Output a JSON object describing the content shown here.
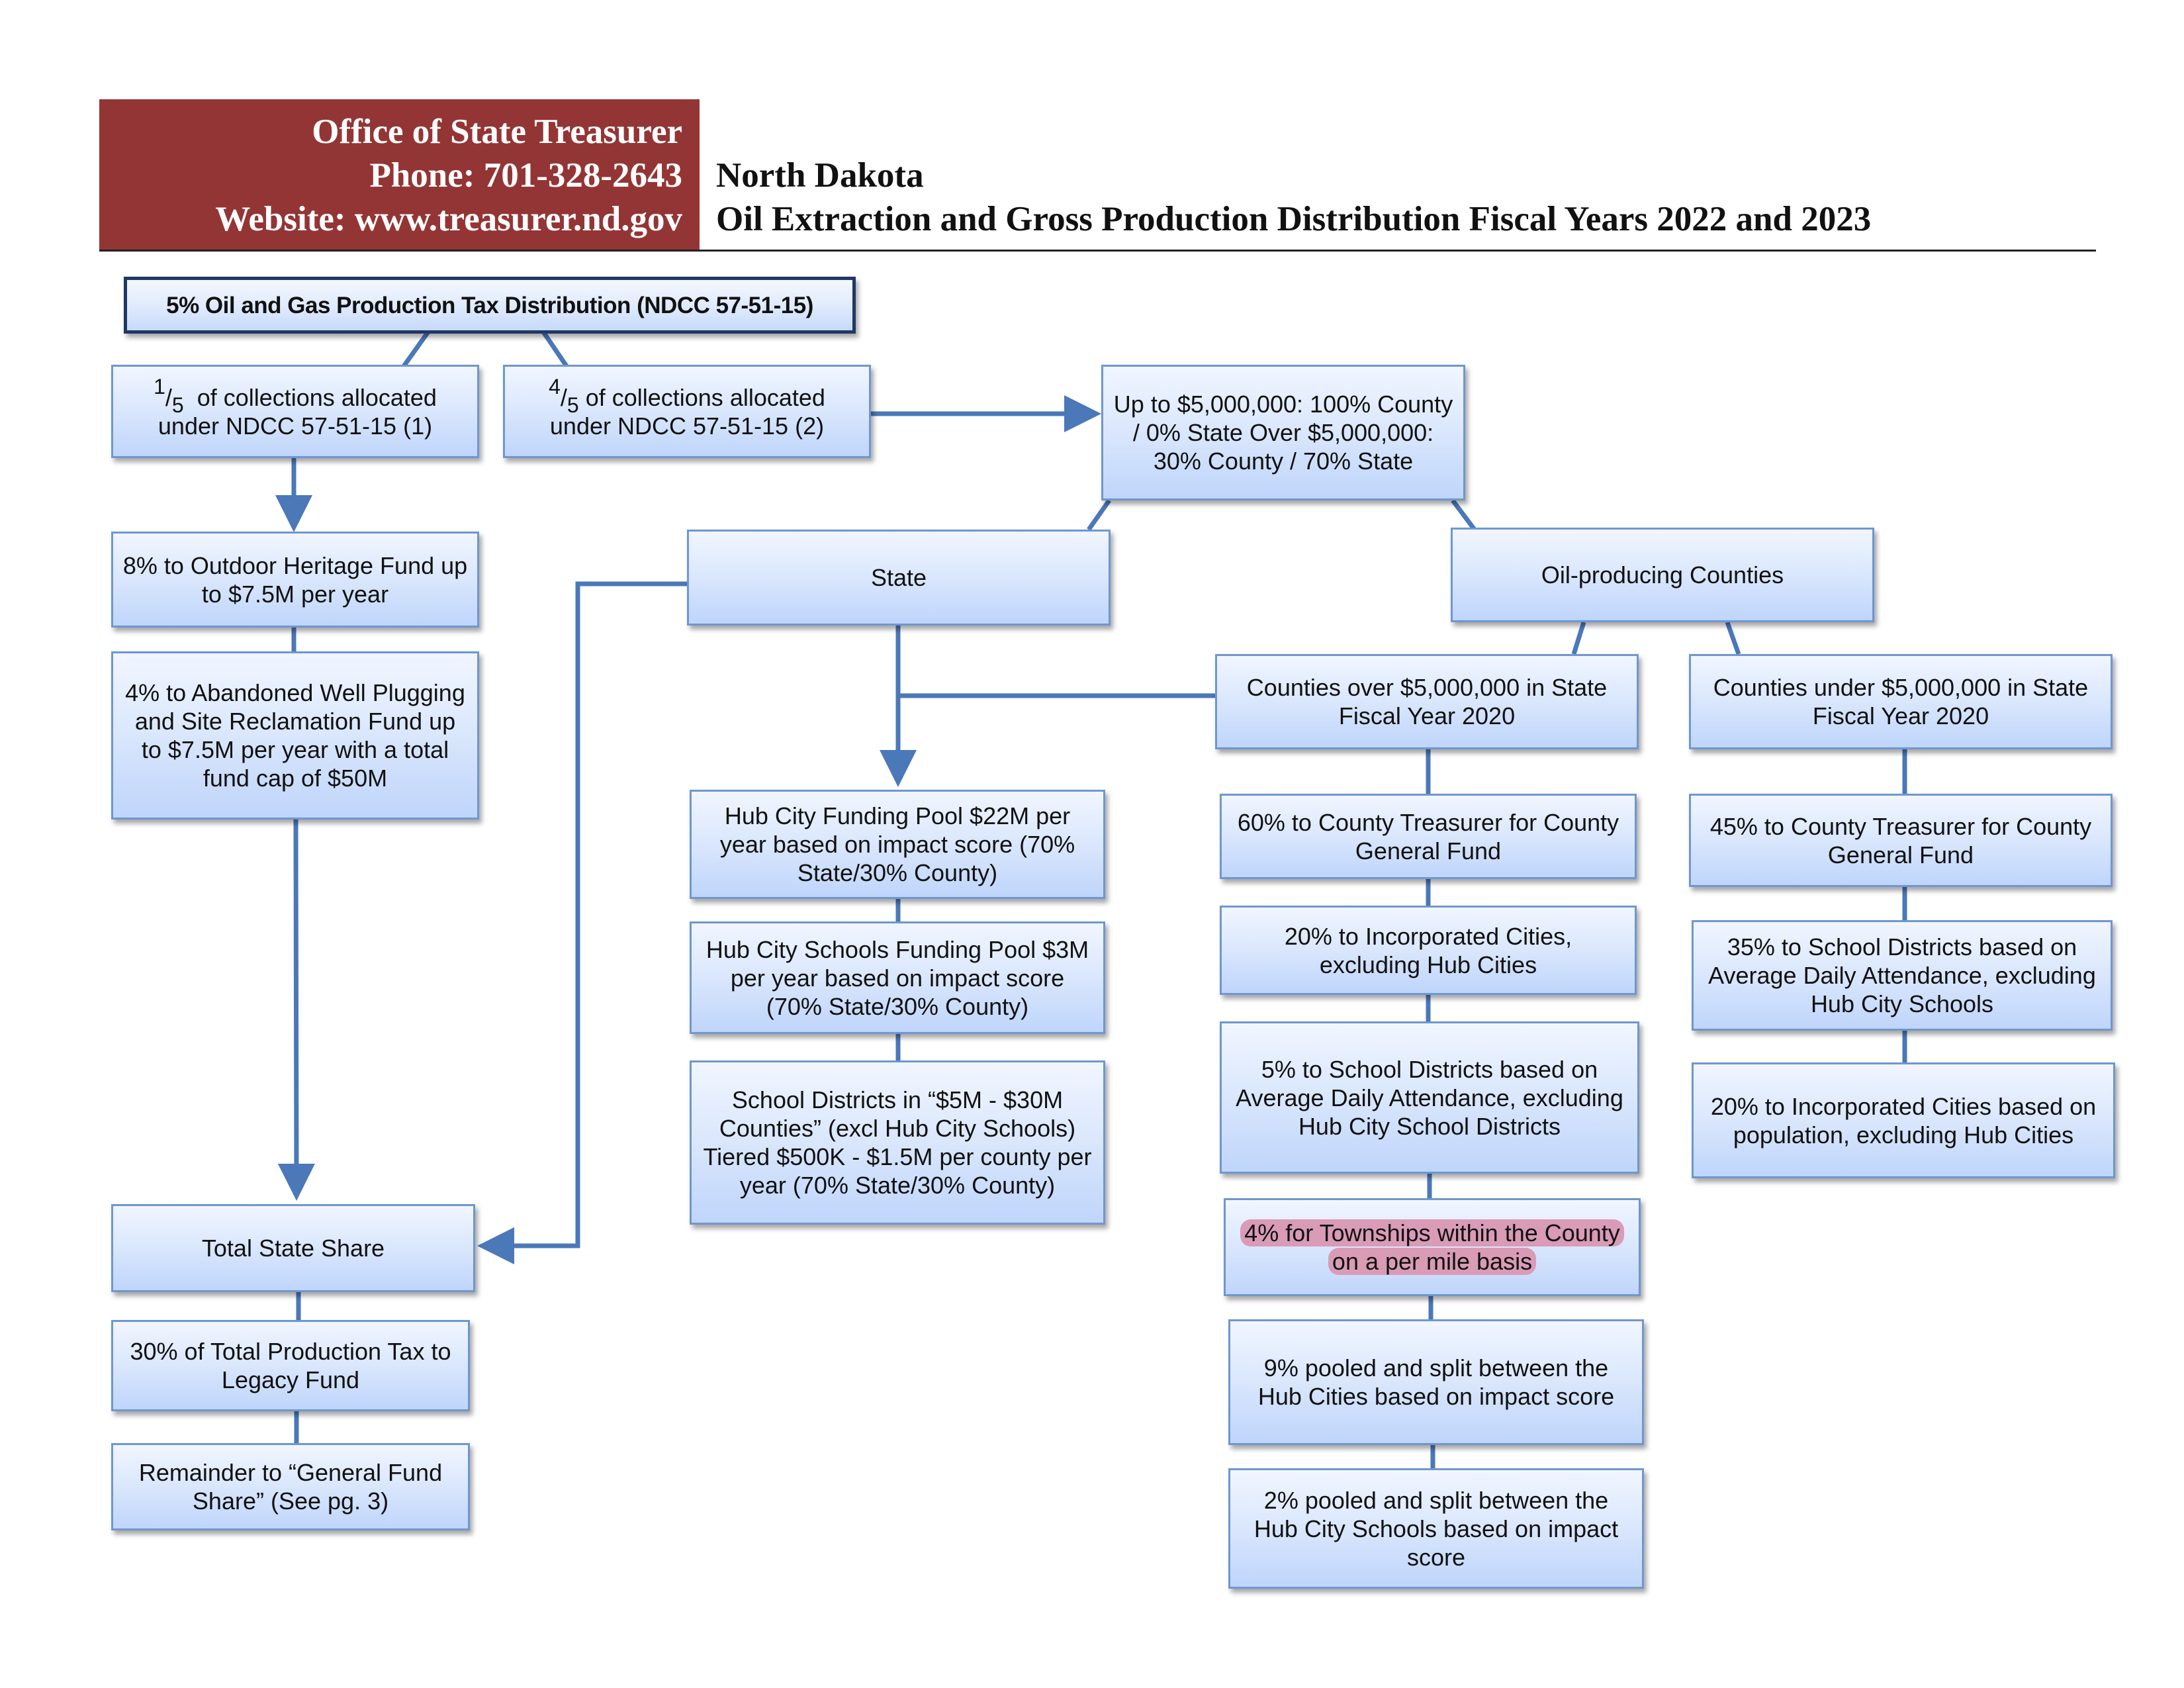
{
  "header": {
    "office_name": "Office of State Treasurer",
    "phone": "Phone: 701-328-2643",
    "website": "Website: www.treasurer.nd.gov",
    "state": "North Dakota",
    "title": "Oil Extraction and Gross Production Distribution Fiscal Years 2022 and 2023"
  },
  "colors": {
    "header_red": "#943535",
    "box_fill": "#d7e5fc",
    "box_border": "#6f97cf",
    "connector": "#4a78b8",
    "highlight": "#d99bb6"
  },
  "diagram": {
    "root": "5% Oil and Gas Production Tax Distribution (NDCC 57-51-15)",
    "one_fifth": {
      "numerator": "1",
      "denominator": "5",
      "line1": "of collections allocated",
      "line2": "under NDCC 57-51-15 (1)"
    },
    "four_fifths": {
      "numerator": "4",
      "denominator": "5",
      "line1": "of collections allocated",
      "line2": "under NDCC 57-51-15 (2)"
    },
    "split_rule": {
      "line1": "Up to $5,000,000:",
      "line2": "100% County / 0% State",
      "line3": "Over $5,000,000:",
      "line4": "30% County / 70% State"
    },
    "outdoor_heritage": "8% to Outdoor Heritage Fund up to $7.5M per year",
    "abandoned_well": "4% to Abandoned Well Plugging and Site Reclamation Fund up to $7.5M per year with a total fund cap of $50M",
    "total_state_share": "Total State Share",
    "legacy_fund": "30% of Total Production Tax to Legacy Fund",
    "general_fund_share": "Remainder to “General Fund Share” (See pg. 3)",
    "state": "State",
    "hub_city_pool": "Hub City Funding Pool $22M per year based on impact score (70% State/30% County)",
    "hub_city_schools_pool": "Hub City Schools Funding Pool $3M per year based on impact score (70% State/30% County)",
    "school_districts_5m_30m": {
      "line1": "School Districts in “$5M - $30M Counties” (excl Hub City Schools)",
      "line2": "Tiered $500K - $1.5M per county per year (70% State/30% County)"
    },
    "oil_producing_counties": "Oil-producing Counties",
    "counties_over": {
      "heading": "Counties over $5,000,000 in State Fiscal Year 2020",
      "items": [
        "60% to County Treasurer for County General Fund",
        "20% to Incorporated Cities, excluding Hub Cities",
        "5% to School Districts based on Average Daily Attendance, excluding Hub City School Districts",
        "4% for Townships within the County on a per mile basis",
        "9% pooled and split between the Hub Cities based on impact score",
        "2% pooled and split between the Hub City Schools based on impact score"
      ]
    },
    "counties_under": {
      "heading": "Counties under $5,000,000 in State Fiscal Year 2020",
      "items": [
        "45% to County Treasurer for County General Fund",
        "35% to School Districts based on Average Daily Attendance, excluding Hub City Schools",
        "20% to Incorporated Cities based on population, excluding Hub Cities"
      ]
    }
  }
}
